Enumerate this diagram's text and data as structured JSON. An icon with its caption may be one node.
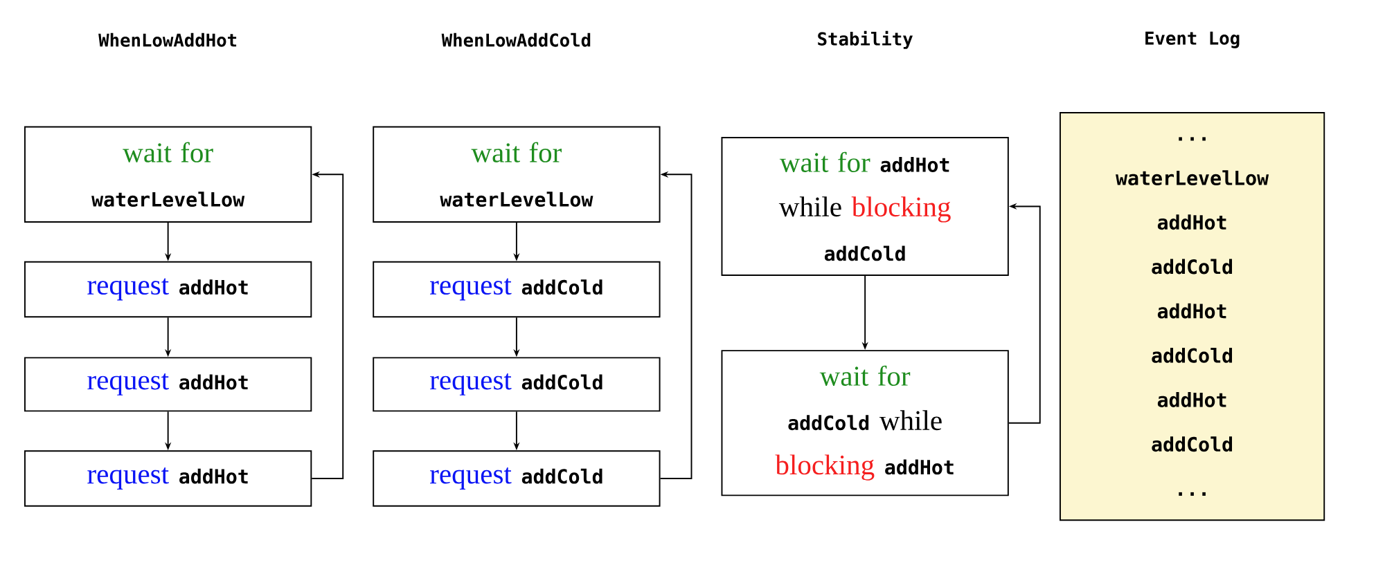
{
  "diagram": {
    "nodes": [
      {
        "text": [
          "wait for",
          "waterLevelLow"
        ]
      },
      {
        "text": [
          "request",
          "addHot"
        ]
      },
      {
        "text": [
          "request",
          "addHot"
        ]
      },
      {
        "text": [
          "request",
          "addHot"
        ]
      },
      {
        "text": [
          "wait for",
          "waterLevelLow"
        ]
      },
      {
        "text": [
          "request",
          "addCold"
        ]
      },
      {
        "text": [
          "request",
          "addCold"
        ]
      },
      {
        "text": [
          "request",
          "addCold"
        ]
      },
      {
        "text": [
          "wait for",
          "addHot",
          "while",
          "blocking",
          "addCold"
        ]
      },
      {
        "text": [
          "wait for",
          "addCold",
          "while",
          "blocking",
          "addHot"
        ]
      },
      {
        "text": [
          "...",
          "waterLevelLow",
          "addHot",
          "addCold",
          "addHot",
          "addCold",
          "addHot",
          "addCold",
          "..."
        ]
      }
    ],
    "edges": [
      {
        "from": 0,
        "to": 1,
        "arrow": "to"
      },
      {
        "from": 1,
        "to": 2,
        "arrow": "to"
      },
      {
        "from": 2,
        "to": 3,
        "arrow": "to"
      },
      {
        "from": 3,
        "to": 0,
        "arrow": "to"
      },
      {
        "from": 4,
        "to": 5,
        "arrow": "to"
      },
      {
        "from": 5,
        "to": 6,
        "arrow": "to"
      },
      {
        "from": 6,
        "to": 7,
        "arrow": "to"
      },
      {
        "from": 7,
        "to": 4,
        "arrow": "to"
      },
      {
        "from": 8,
        "to": 9,
        "arrow": "to"
      },
      {
        "from": 9,
        "to": 8,
        "arrow": "to"
      }
    ],
    "labels": [
      "WhenLowAddHot",
      "WhenLowAddCold",
      "Stability",
      "Event Log"
    ]
  }
}
